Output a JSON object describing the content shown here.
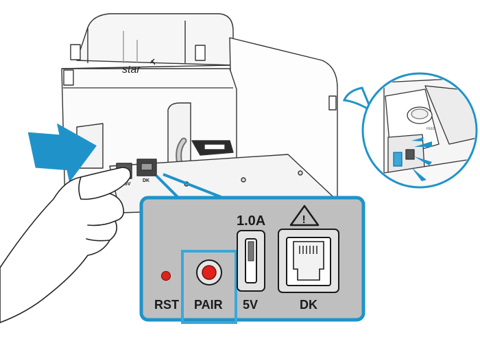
{
  "brand": {
    "logo_text": "star"
  },
  "panel": {
    "current_label": "1.0A",
    "warning_symbol": "!",
    "labels": {
      "rst": "RST",
      "pair": "PAIR",
      "usb": "5V",
      "dk": "DK"
    }
  },
  "rear_small_labels": {
    "usb": "5V",
    "dk": "DK"
  },
  "callout": {
    "feed_label": "FEED"
  },
  "colors": {
    "accent_blue": "#1f93c9",
    "highlight_blue": "#3aa8d8",
    "panel_gray": "#bfbfbf",
    "reset_led_red": "#d8261d",
    "pair_button_red": "#e2221a"
  },
  "icons": [
    "arrow-right-icon",
    "warning-triangle-icon",
    "pair-button-icon",
    "usb-port-icon",
    "rj-port-icon"
  ]
}
